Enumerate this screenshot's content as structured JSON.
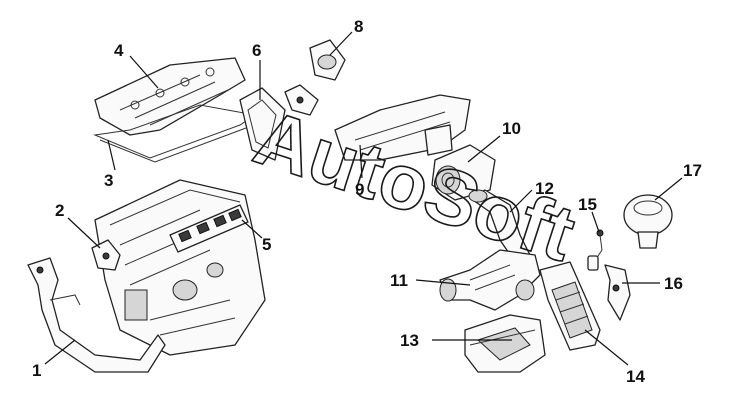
{
  "callouts": {
    "c1": "1",
    "c2": "2",
    "c3": "3",
    "c4": "4",
    "c5": "5",
    "c6": "6",
    "c7": "8",
    "c8": "9",
    "c9": "10",
    "c10": "11",
    "c11": "12",
    "c12": "13",
    "c13": "14",
    "c14": "15",
    "c15": "16",
    "c16": "17"
  },
  "watermark": "AutoSoft"
}
